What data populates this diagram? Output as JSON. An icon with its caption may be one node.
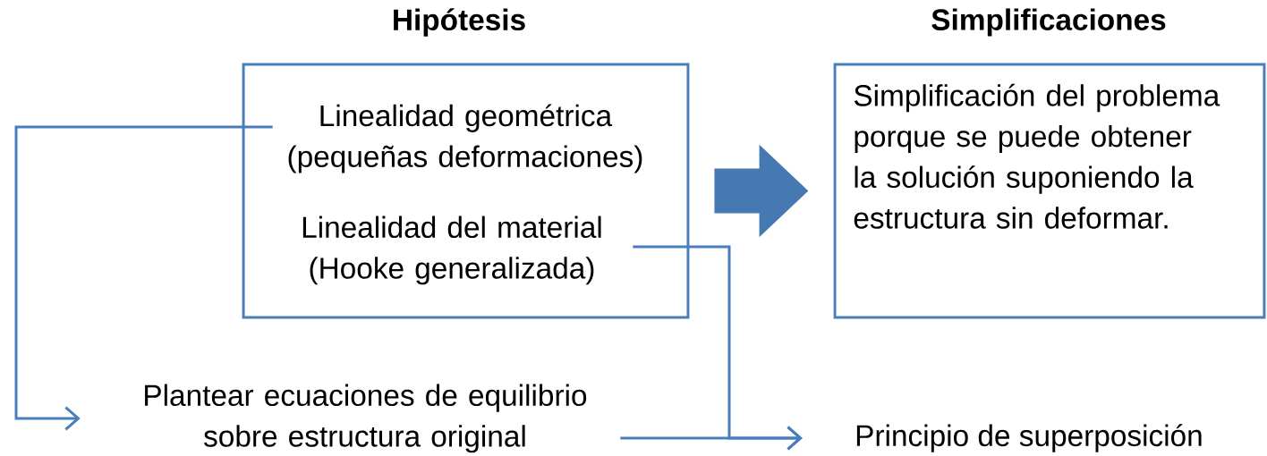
{
  "diagram": {
    "nodes": [
      {
        "text": [
          "Hipótesis"
        ]
      },
      {
        "text": [
          "Linealidad geométrica (pequeñas deformaciones)"
        ],
        "in": 0
      },
      {
        "text": [
          "Linealidad del material (Hooke generalizada)"
        ],
        "in": 0
      },
      {
        "text": [
          "Simplificaciones",
          "Simplificación del problema porque se puede obtener la solución suponiendo la estructura sin deformar."
        ]
      },
      {
        "text": [
          "Plantear ecuaciones de equilibrio sobre estructura original"
        ]
      },
      {
        "text": [
          "Principio de superposición"
        ]
      }
    ],
    "edges": [
      {
        "from": 0,
        "to": 3,
        "arrow": "to",
        "style": "thick"
      },
      {
        "from": 1,
        "to": 4,
        "arrow": "to"
      },
      {
        "from": 2,
        "to": 5,
        "arrow": "to"
      },
      {
        "from": 4,
        "to": 5,
        "arrow": "to"
      }
    ]
  }
}
